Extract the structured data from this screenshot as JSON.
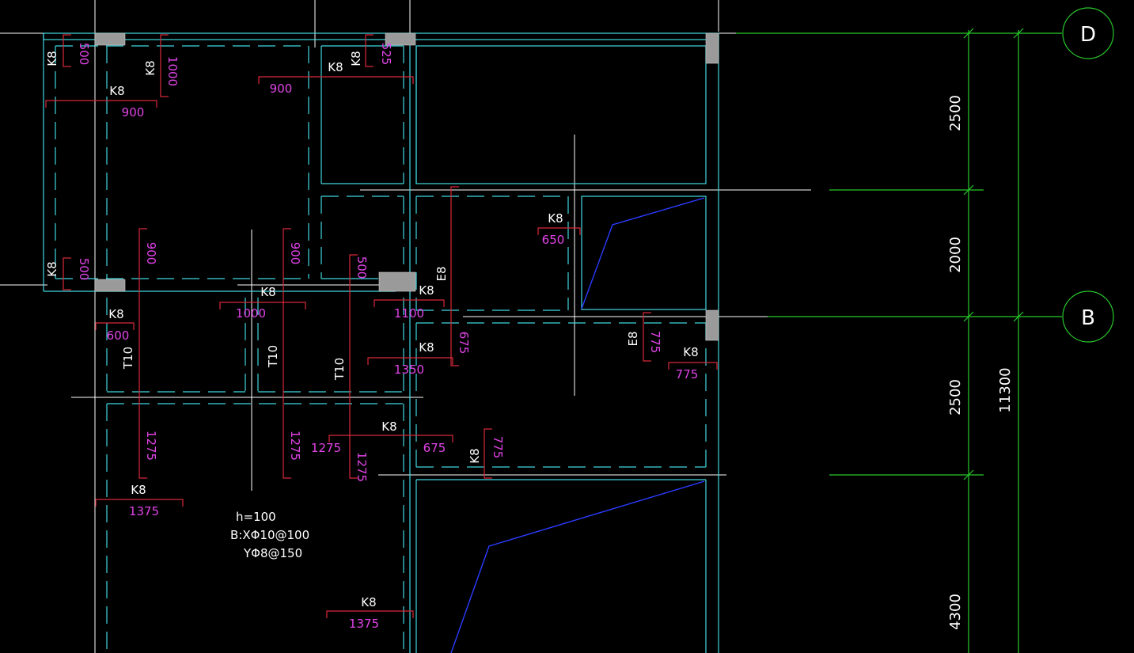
{
  "colors": {
    "background": "#000000",
    "wall_lines": "#3fd8e0",
    "rebar_marks": "#d8283a",
    "rebar_labels": "#e244e8",
    "dimension_lines": "#27c92a",
    "slab_breaks": "#2a3cff",
    "columns": "#9a9a9a",
    "text": "#ffffff"
  },
  "axes": {
    "d": "D",
    "b": "B"
  },
  "dims": {
    "d1": "2500",
    "d2": "2000",
    "d3": "2500",
    "d4": "4300",
    "total": "11300"
  },
  "note": {
    "h": "h=100",
    "bx": "B:XΦ10@100",
    "y": "YΦ8@150"
  },
  "marks": {
    "m01": "K8",
    "m02": "K8",
    "m03": "K8",
    "m04": "K8",
    "m05": "K8",
    "m06": "K8",
    "m07": "K8",
    "m08": "K8",
    "m09": "K8",
    "m10": "K8",
    "m11": "K8",
    "m12": "K8",
    "m13": "K8",
    "m14": "K8",
    "m15": "K8",
    "m16": "K8",
    "e1": "E8",
    "e2": "E8",
    "t1": "T10",
    "t2": "T10",
    "t3": "T10"
  },
  "lengths": {
    "l01": "500",
    "l02": "1000",
    "l03": "525",
    "l04": "900",
    "l05": "900",
    "l06": "500",
    "l07": "900",
    "l08": "900",
    "l09": "500",
    "l10": "1000",
    "l11": "1100",
    "l12": "650",
    "l13": "600",
    "l14": "675",
    "l15": "1350",
    "l16": "775",
    "l17": "775",
    "l18": "1275",
    "l19": "1275",
    "l20": "1275",
    "l21": "1275",
    "l22": "675",
    "l23": "775",
    "l24": "1375",
    "l25": "1375"
  }
}
